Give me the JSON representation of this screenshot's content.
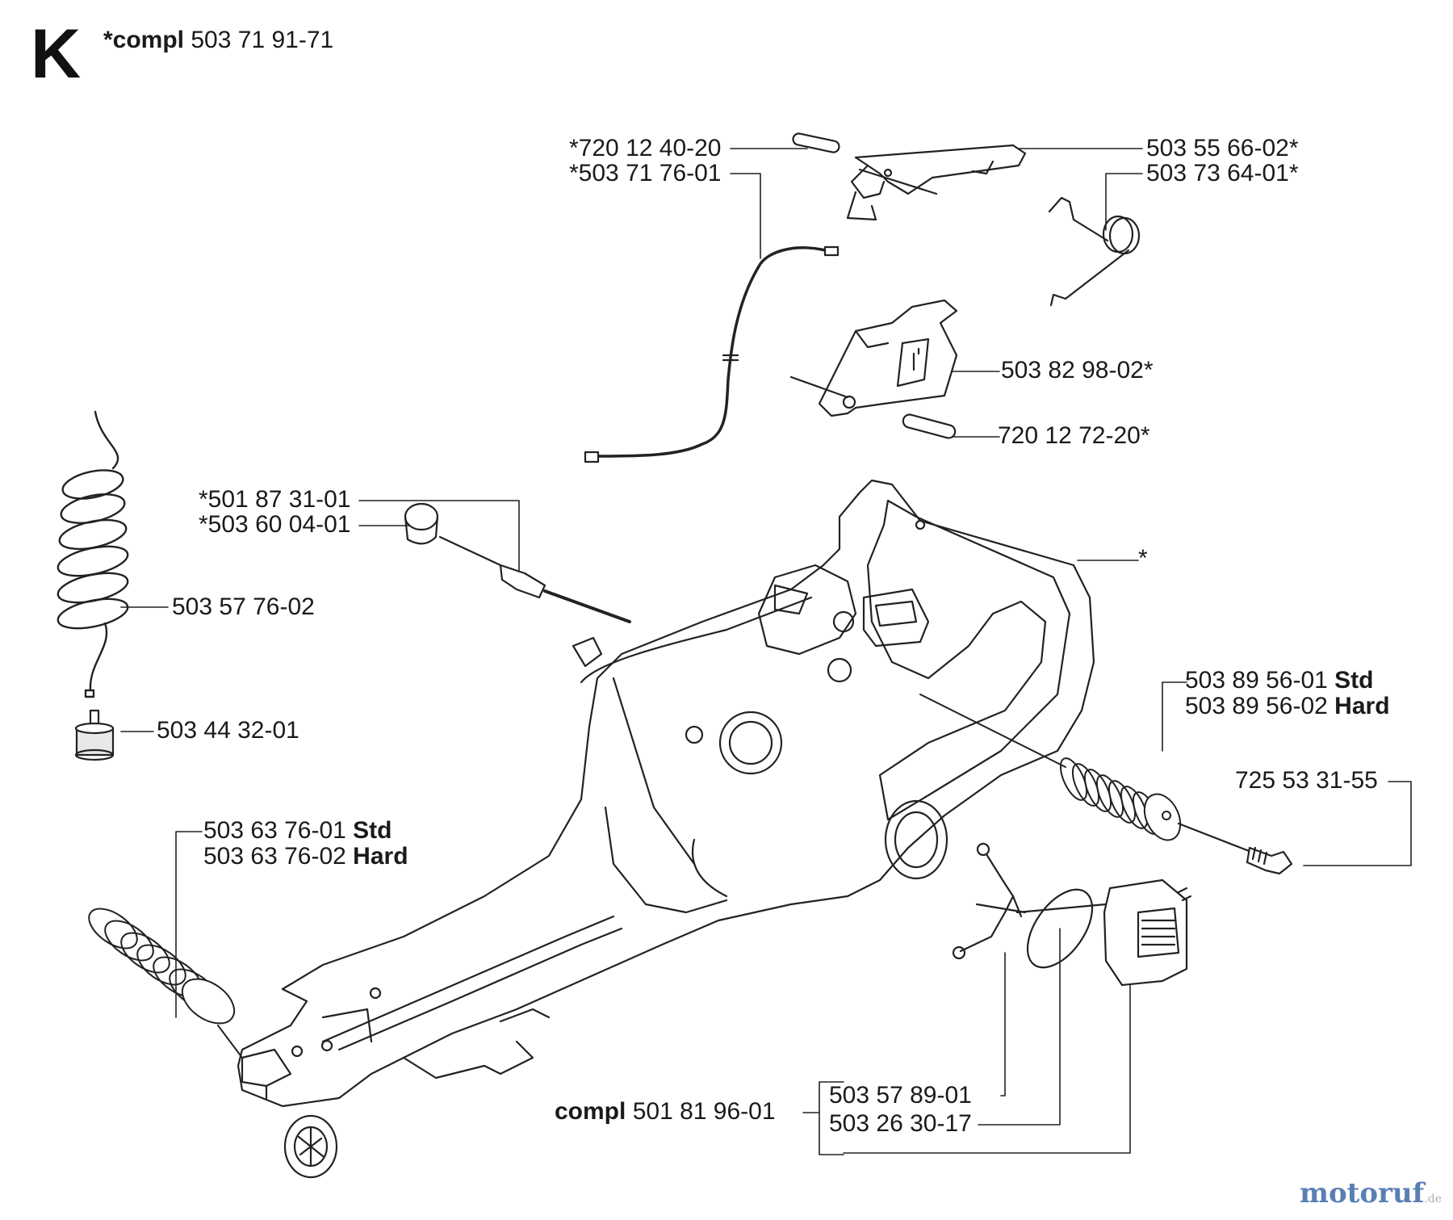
{
  "section": "K",
  "header": {
    "prefix": "*compl",
    "number": "503 71 91-71"
  },
  "callouts": {
    "c1": "*720 12 40-20",
    "c2": "*503 71 76-01",
    "c3": "503 55 66-02*",
    "c4": "503 73 64-01*",
    "c5": "503 82 98-02*",
    "c6": "720 12 72-20*",
    "c7": "*501 87 31-01",
    "c8": "*503 60 04-01",
    "c9": "*",
    "c10": "503 57 76-02",
    "c11": "503 44 32-01",
    "c12_num": "503 89 56-01",
    "c12_suffix": "Std",
    "c13_num": "503 89 56-02",
    "c13_suffix": "Hard",
    "c14": "725 53 31-55",
    "c15_num": "503 63 76-01",
    "c15_suffix": "Std",
    "c16_num": "503 63 76-02",
    "c16_suffix": "Hard",
    "c17": "503 57 89-01",
    "c18": "503 26 30-17",
    "c19_prefix": "compl",
    "c19_num": "501 81 96-01"
  },
  "watermark": {
    "brand": "motoruf",
    "tld": ".de",
    "color": "#5a7fb4",
    "dot_color": "#c0392b"
  }
}
